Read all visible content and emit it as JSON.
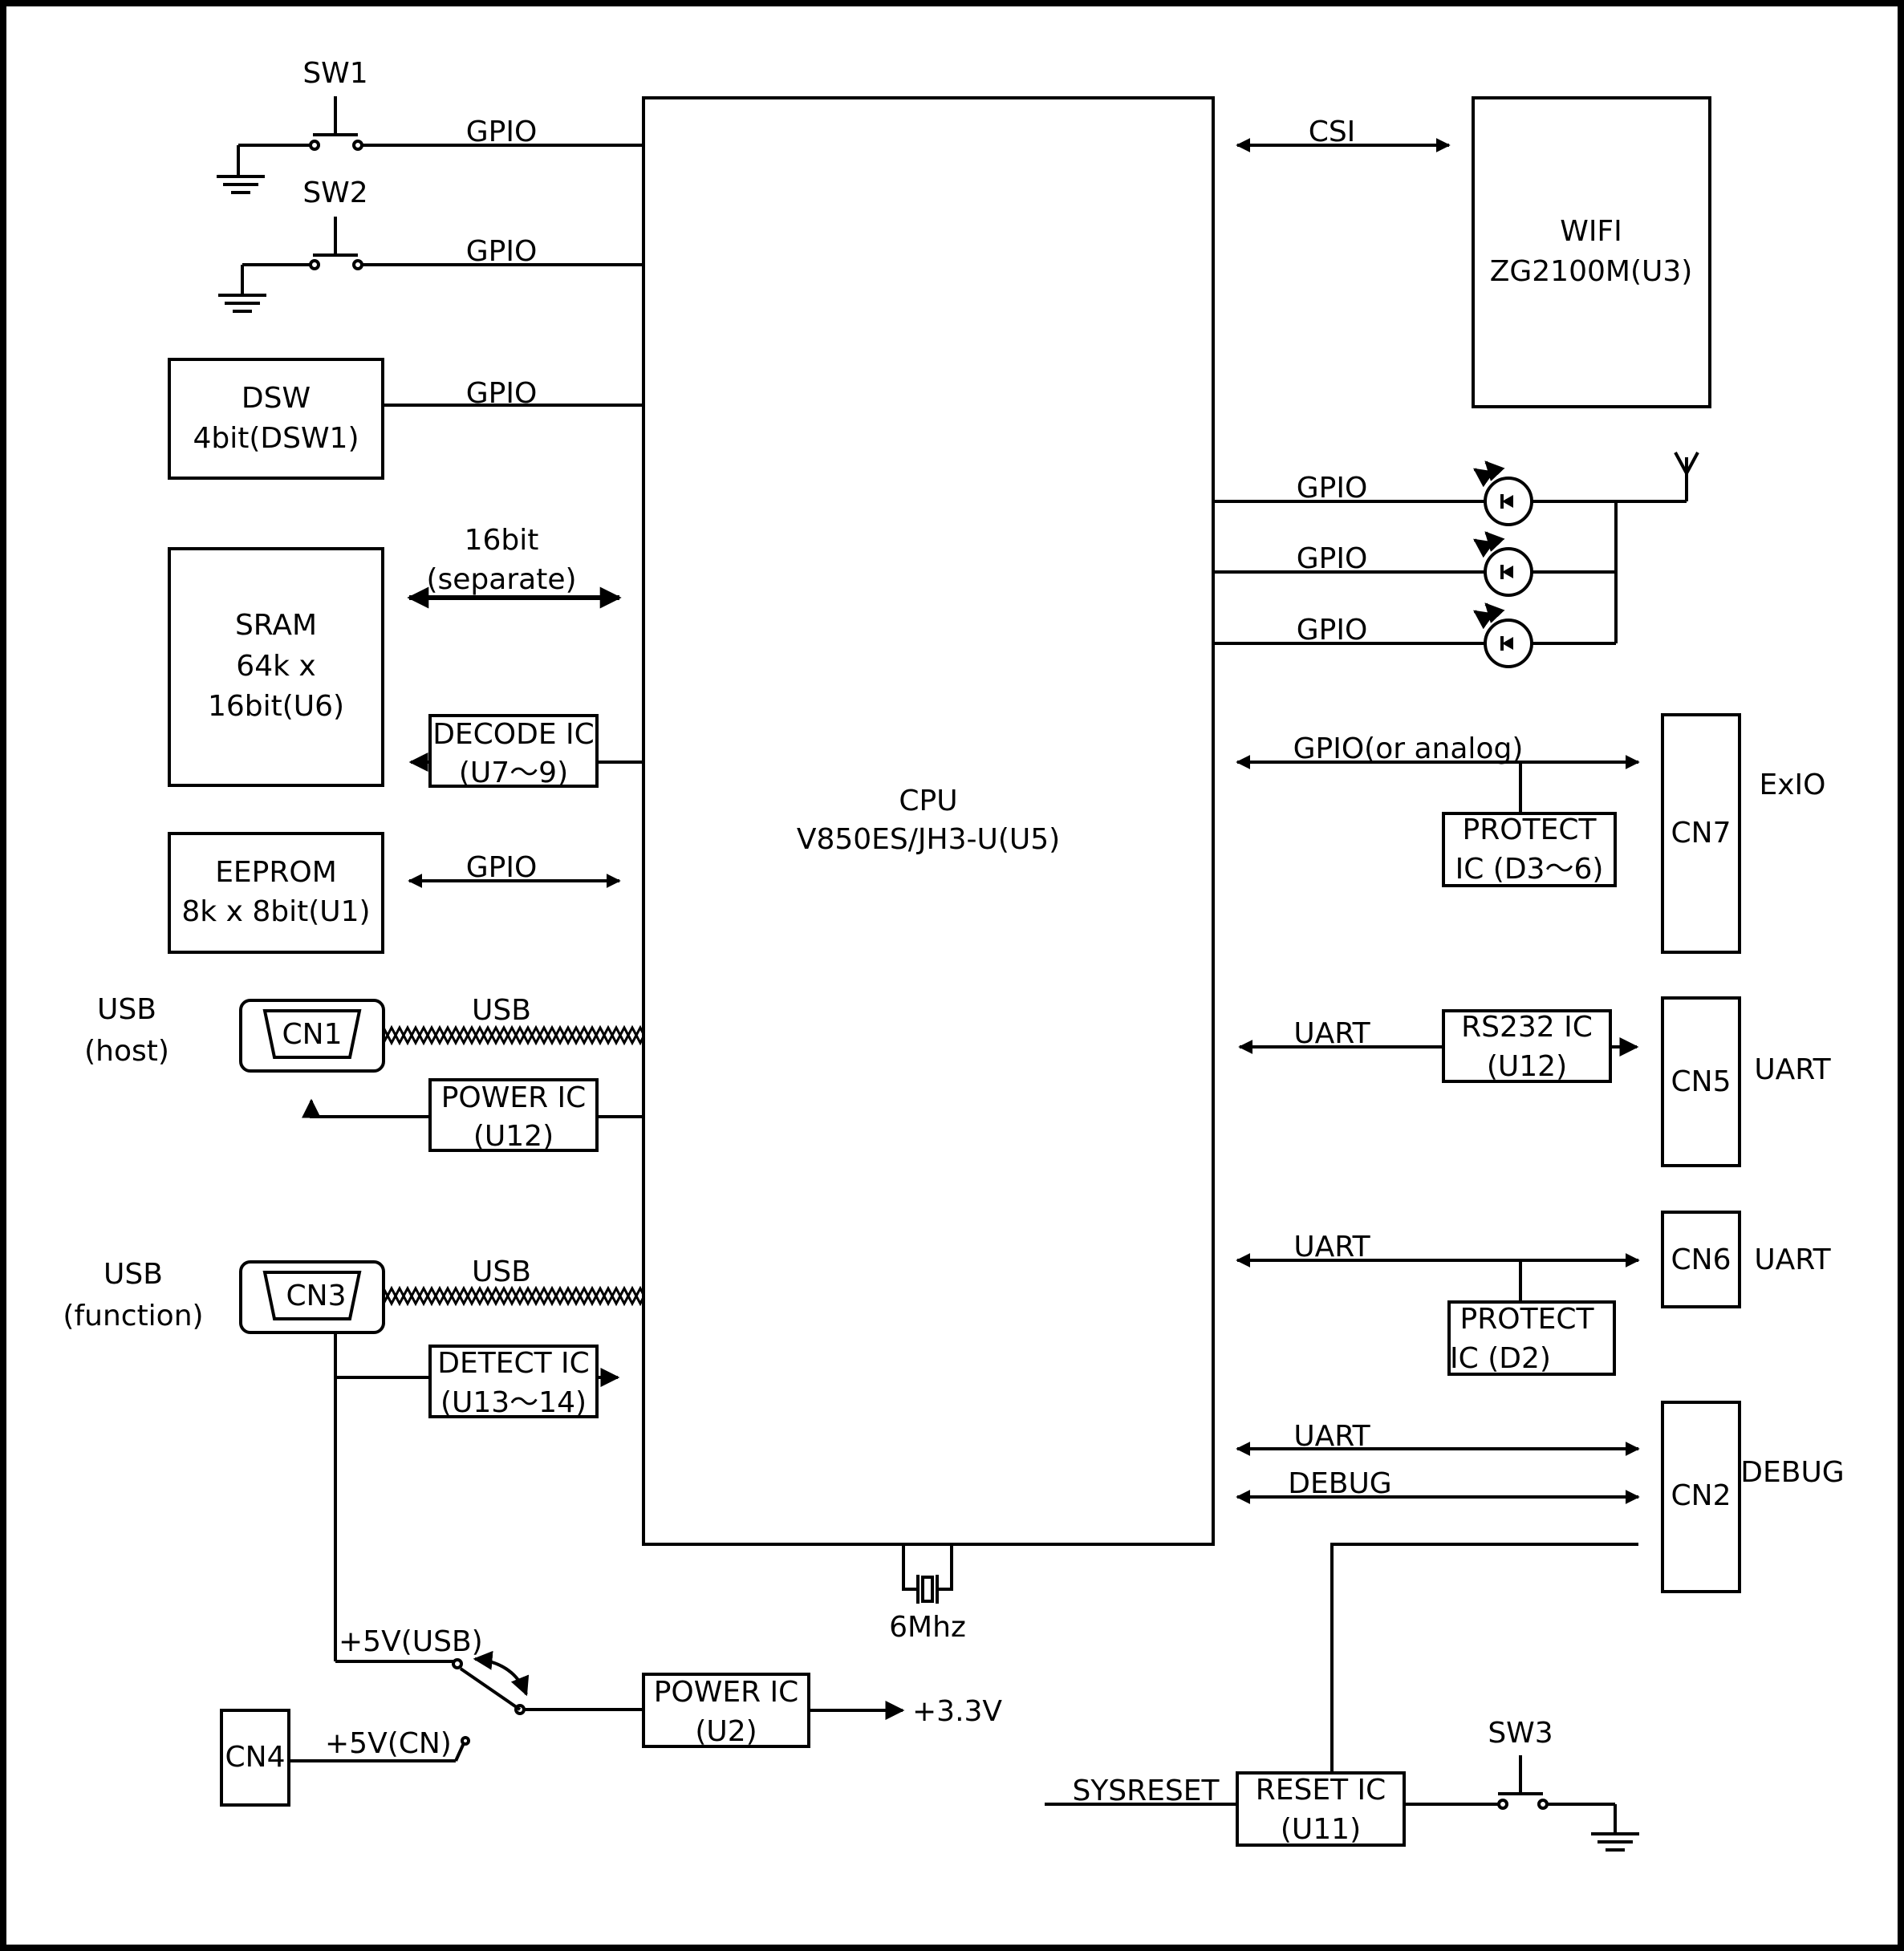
{
  "title": "",
  "cpu": {
    "label": "CPU",
    "part": "V850ES/JH3-U(U5)"
  },
  "switches": {
    "sw1": "SW1",
    "sw2": "SW2",
    "sw3": "SW3"
  },
  "left": {
    "gpio_sw1": "GPIO",
    "gpio_sw2": "GPIO",
    "dsw": {
      "line1": "DSW",
      "line2": "4bit(DSW1)",
      "bus": "GPIO"
    },
    "sram": {
      "line1": "SRAM",
      "line2": "64k x",
      "line3": "16bit(U6)",
      "bus1": "16bit",
      "bus2": "(separate)"
    },
    "decode": {
      "line1": "DECODE IC",
      "line2": "(U7～9)"
    },
    "eeprom": {
      "line1": "EEPROM",
      "line2": "8k x 8bit(U1)",
      "bus": "GPIO"
    },
    "usb_host": {
      "label1": "USB",
      "label2": "(host)",
      "connector": "CN1",
      "bus": "USB"
    },
    "power_usb": {
      "line1": "POWER IC",
      "line2": "(U12)"
    },
    "usb_func": {
      "label1": "USB",
      "label2": "(function)",
      "connector": "CN3",
      "bus": "USB"
    },
    "detect": {
      "line1": "DETECT IC",
      "line2": "(U13～14)"
    }
  },
  "power": {
    "usb_5v": "+5V(USB)",
    "cn4": "CN4",
    "cn_5v": "+5V(CN)",
    "regulator": {
      "line1": "POWER IC",
      "line2": "(U2)"
    },
    "out": "+3.3V",
    "crystal": "6Mhz"
  },
  "right": {
    "csi": "CSI",
    "wifi": {
      "line1": "WIFI",
      "line2": "ZG2100M(U3)"
    },
    "led_gpio": [
      "GPIO",
      "GPIO",
      "GPIO"
    ],
    "exio": {
      "bus": "GPIO(or analog)",
      "protect1": "PROTECT",
      "protect2": "IC (D3～6)",
      "connector": "CN7",
      "label": "ExIO"
    },
    "uart5": {
      "bus": "UART",
      "ic1": "RS232 IC",
      "ic2": "(U12)",
      "connector": "CN5",
      "label": "UART"
    },
    "uart6": {
      "bus": "UART",
      "protect1": "PROTECT",
      "protect2": "IC (D2)",
      "connector": "CN6",
      "label": "UART"
    },
    "debug": {
      "bus_uart": "UART",
      "bus_debug": "DEBUG",
      "connector": "CN2",
      "label": "DEBUG"
    },
    "reset": {
      "input": "SYSRESET",
      "ic1": "RESET IC",
      "ic2": "(U11)"
    }
  }
}
